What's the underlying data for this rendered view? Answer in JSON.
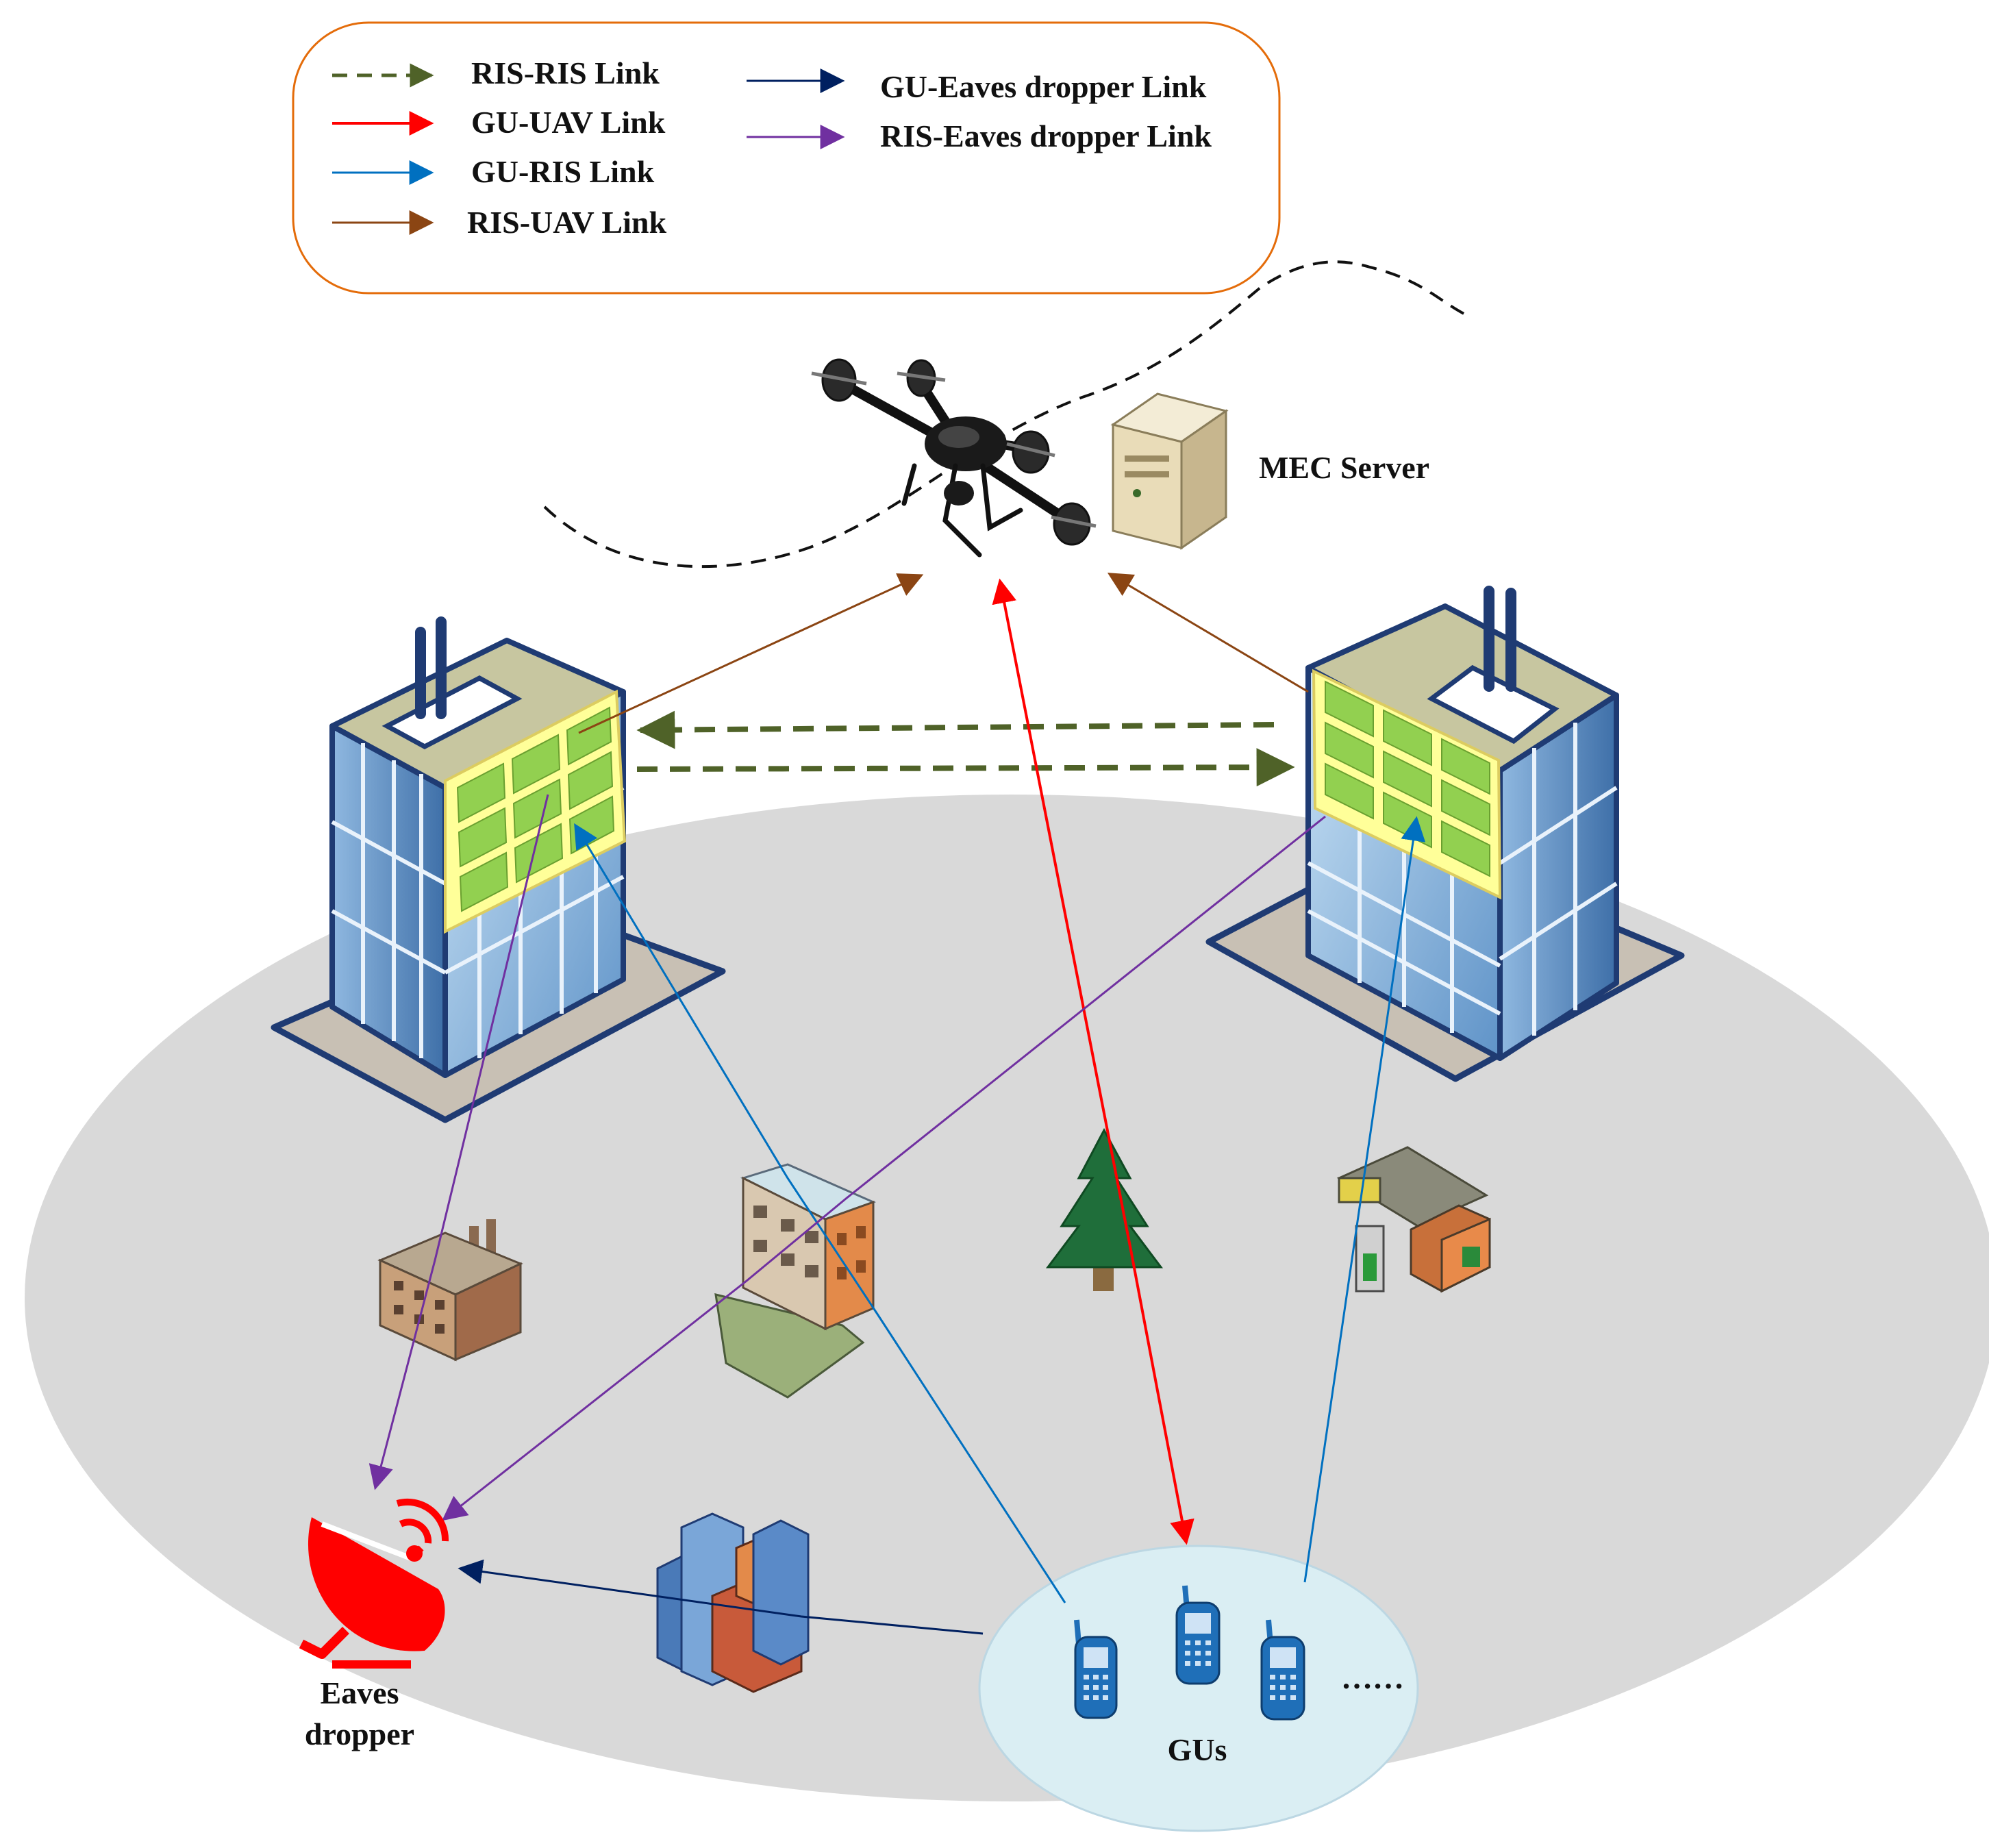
{
  "legend": {
    "items": [
      {
        "label": "RIS-RIS  Link",
        "color": "#4f6228",
        "dashed": true
      },
      {
        "label": "GU-UAV Link",
        "color": "#ff0000",
        "dashed": false
      },
      {
        "label": "GU-RIS Link",
        "color": "#0070c0",
        "dashed": false
      },
      {
        "label": "RIS-UAV Link",
        "color": "#8b4513",
        "dashed": false
      },
      {
        "label": "GU-Eaves dropper Link",
        "color": "#002060",
        "dashed": false
      },
      {
        "label": "RIS-Eaves dropper Link",
        "color": "#7030a0",
        "dashed": false
      }
    ]
  },
  "labels": {
    "mec_server": "MEC Server",
    "eavesdropper_line1": "Eaves",
    "eavesdropper_line2": "dropper",
    "gus": "GUs",
    "ellipsis": "……"
  },
  "colors": {
    "ground": "#d9d9d9",
    "gu_zone": "#daeef3",
    "legend_border": "#e46c0a",
    "ris_panel": "#92d050",
    "ris_frame": "#ffff99",
    "eavesdropper": "#ff0000",
    "phone": "#1f6fb8"
  },
  "icons": {
    "uav": "drone-icon",
    "server": "server-icon",
    "eavesdropper": "satellite-dish-icon",
    "gu": "mobile-phone-icon",
    "ris": "ris-panel-icon",
    "buildings": [
      "factory-icon",
      "apartment-icon",
      "tree-icon",
      "gas-station-icon",
      "city-icon",
      "skyscraper-icon"
    ]
  }
}
